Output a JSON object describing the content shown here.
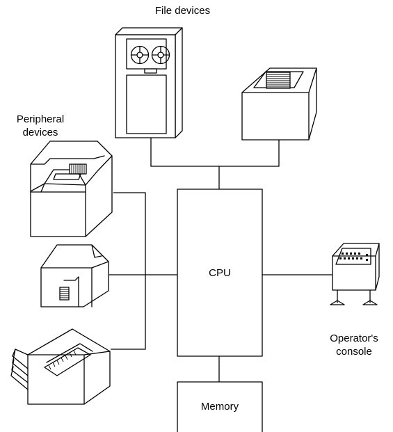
{
  "diagram": {
    "file_devices_label": "File devices",
    "peripheral_label_line1": "Peripheral",
    "peripheral_label_line2": "devices",
    "cpu_label": "CPU",
    "memory_label": "Memory",
    "operator_label_line1": "Operator's",
    "operator_label_line2": "console"
  },
  "icons": {
    "file_device_1": "tape-drive-icon",
    "file_device_2": "disk-drive-icon",
    "peripheral_1": "card-reader-icon",
    "peripheral_2": "card-punch-icon",
    "peripheral_3": "line-printer-icon",
    "console": "operator-console-icon"
  }
}
